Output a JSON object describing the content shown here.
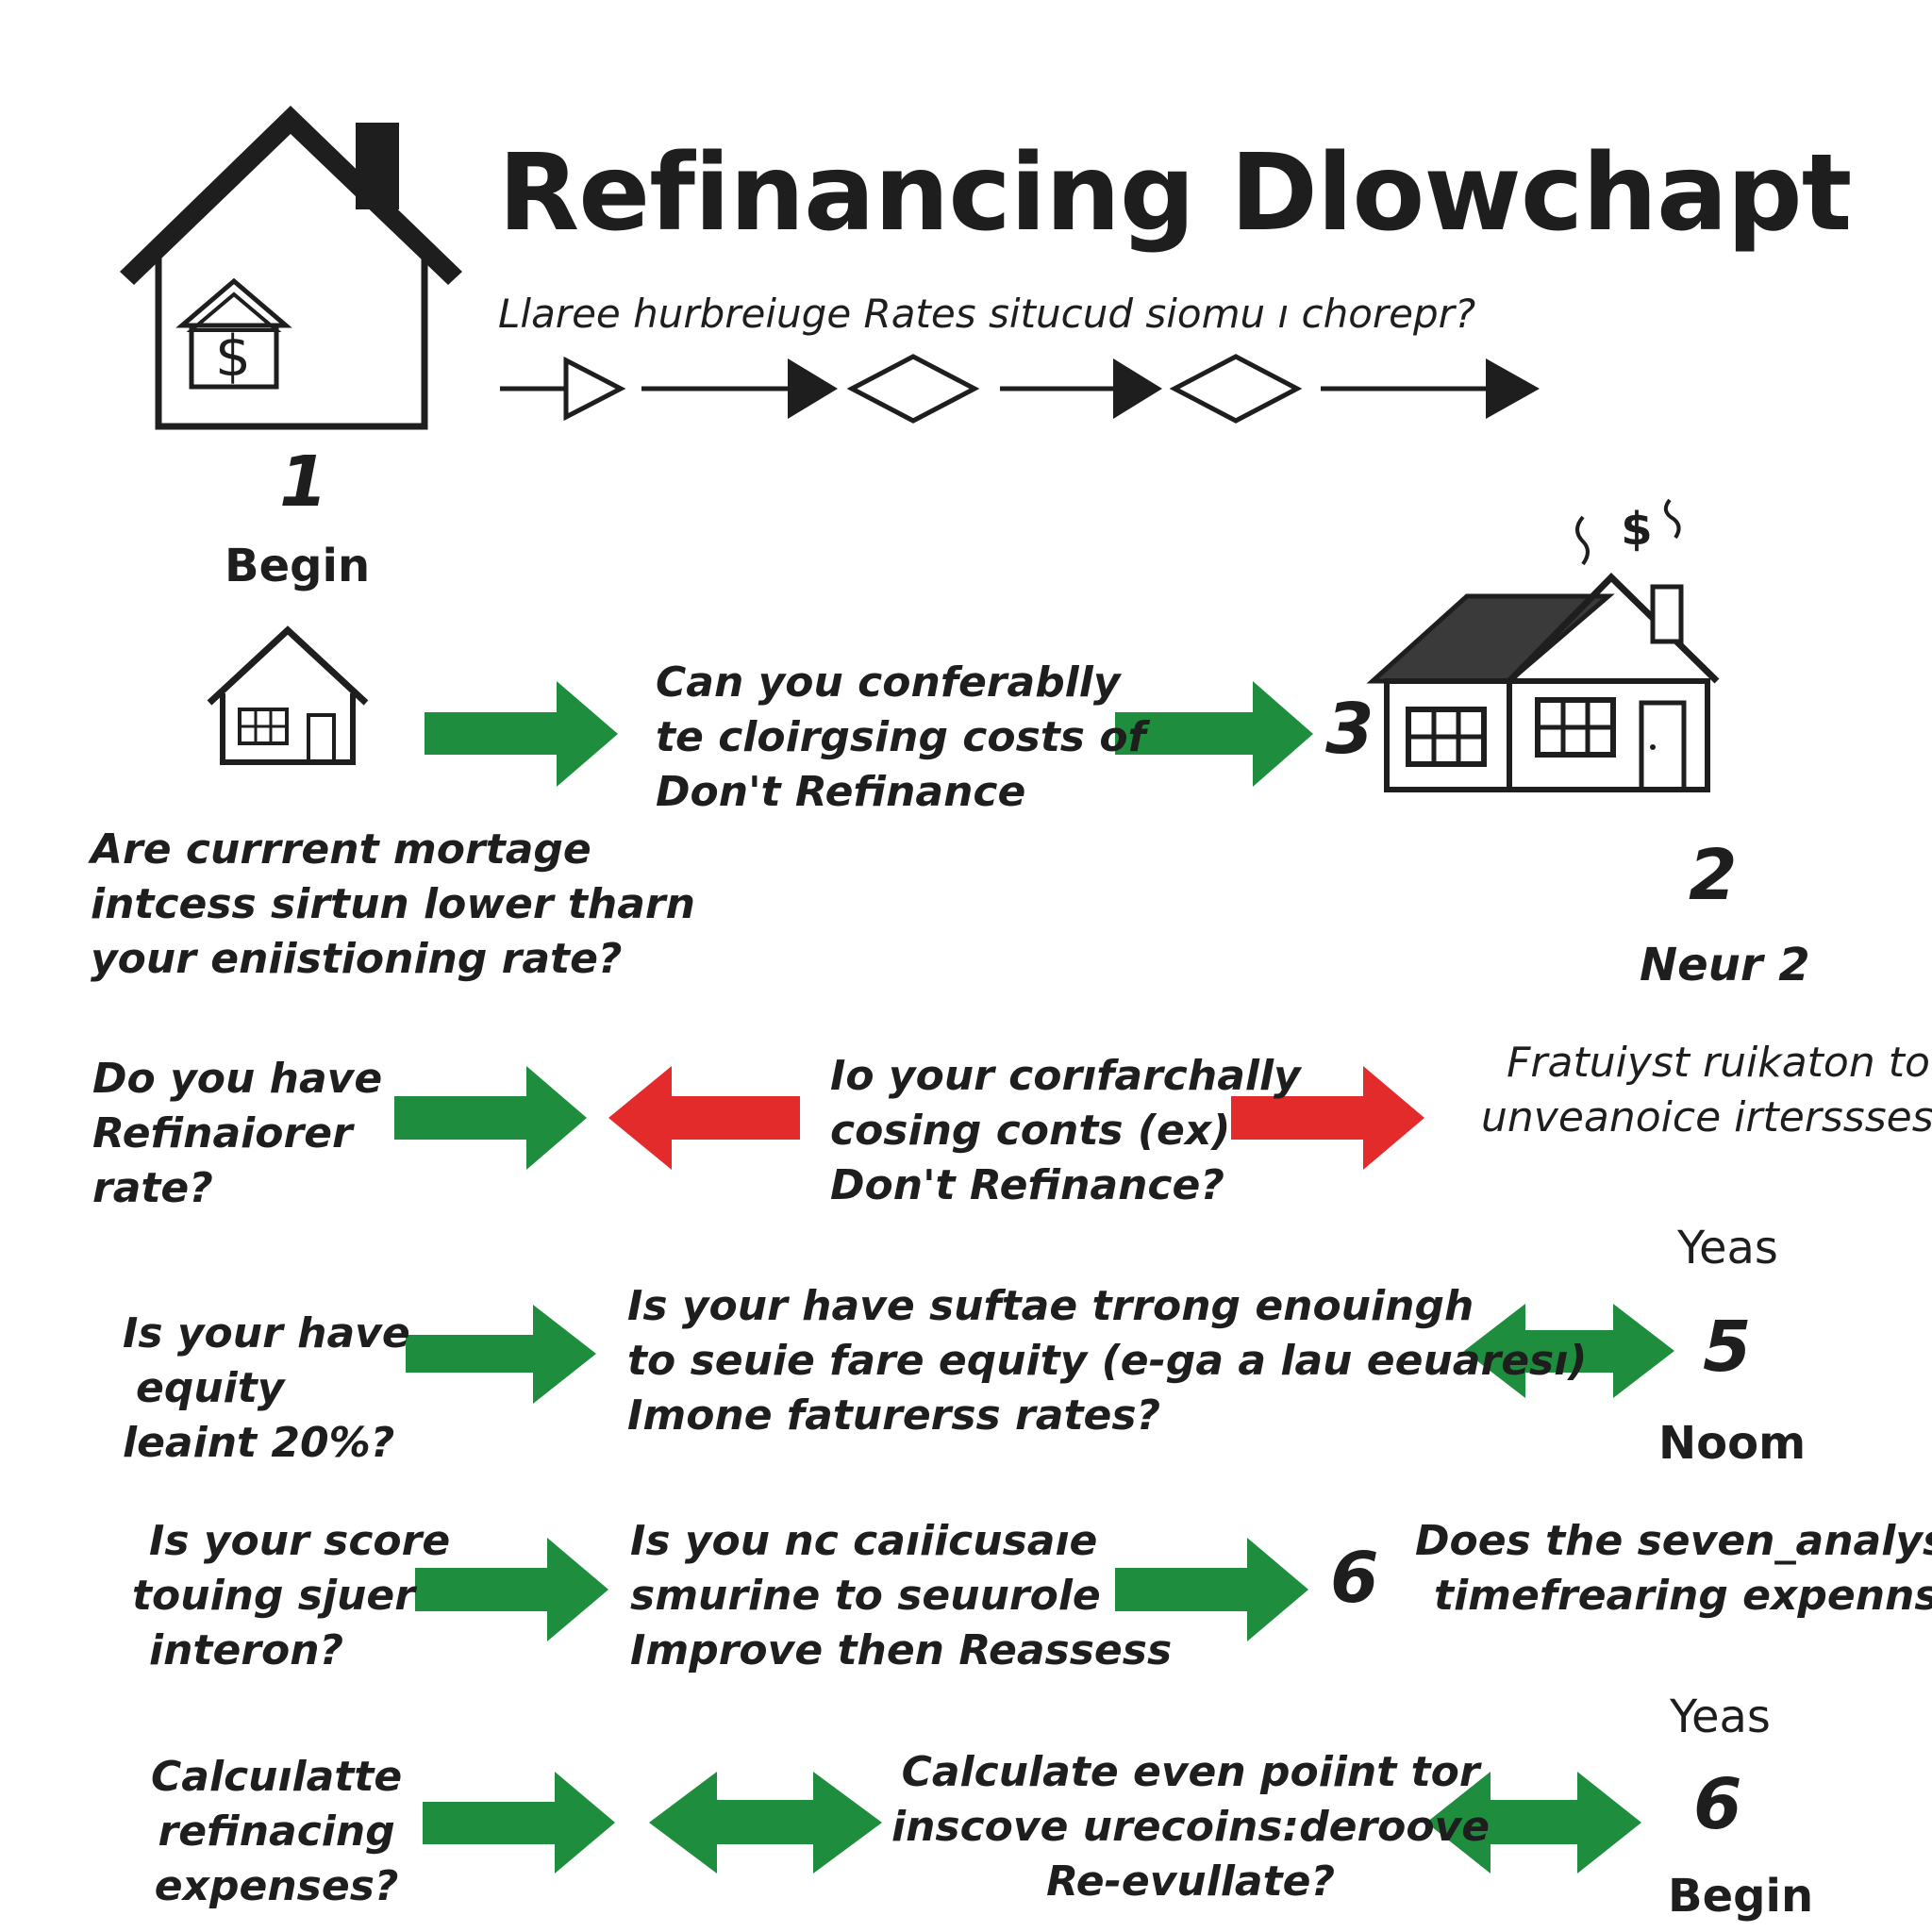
{
  "title": "Refinancing Dlowchapt",
  "subtitle": "Llaree hurbreiuge Rates situcud siomu ı chorepr?",
  "colors": {
    "go": "#1e8e3e",
    "stop": "#e32b2b",
    "ink": "#1e1e1e"
  },
  "icons": [
    "house-dollar-icon",
    "small-house-icon",
    "large-house-icon",
    "dollar-steam-icon"
  ],
  "steps": {
    "s1_num": "1",
    "s1_label": "Begin",
    "s3_num": "3",
    "s2_num": "2",
    "s2_label": "Neur 2",
    "s5_num": "5",
    "s5_yes": "Yeas",
    "s5_no": "Noom",
    "s6a_num": "6",
    "s6b_num": "6",
    "s6b_yes": "Yeas",
    "s6b_label": "Begin"
  },
  "questions": {
    "q_rates": [
      "Are currrent mortage",
      "intcess sirtun lower tharn",
      "your eniistioning rate?"
    ],
    "q_costs": [
      "Can you conferablly",
      "te cloirgsing costs of",
      "Don't Refinance"
    ],
    "q_refi_rate": [
      "Do you have",
      "Refinaiorer",
      "rate?"
    ],
    "q_closing": [
      "Io your corıfarchally",
      "cosing conts (ex)",
      "Don't Refinance?"
    ],
    "q_fraud": [
      "Fratuiyst ruikaton to",
      "unveanoice irterssses?"
    ],
    "q_equity": [
      "Is your have",
      "equity",
      "leaint 20%?"
    ],
    "q_strong": [
      "Is your have suftae trrong enouingh",
      "to seuie fare equity (e-ga a lau eeuaresı)",
      "Imone faturerss rates?"
    ],
    "q_score": [
      "Is your score",
      "touing sjuer",
      "interon?"
    ],
    "q_calc_nc": [
      "Is you nc caıiicusaıe",
      "smurine to seuurole",
      "Improve then Reassess"
    ],
    "q_seven": [
      "Does the seven_analyssis",
      "timefrearing expennses"
    ],
    "q_expenses": [
      "Calcuılatte",
      "refinacing",
      "expenses?"
    ],
    "q_even": [
      "Calculate even poiint tor",
      "inscove urecoins:deroove",
      "Re-evullate?"
    ]
  }
}
